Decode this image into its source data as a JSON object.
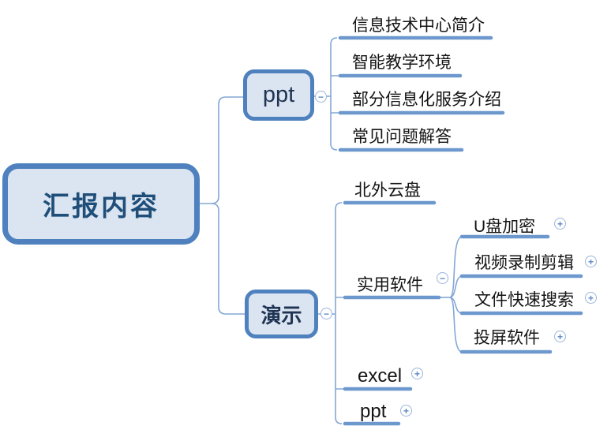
{
  "colors": {
    "node_border": "#4e81bd",
    "node_fill": "#dbe5f1",
    "root_text": "#1f4e79",
    "underline": "#6c98ce",
    "thin_line": "#84a7d4",
    "toggle_ring": "#9ab5dc",
    "leaf_text": "#141414"
  },
  "mindmap": {
    "root": {
      "label": "汇报内容"
    },
    "branch_ppt": {
      "label": "ppt",
      "toggle": "−"
    },
    "branch_yanshi": {
      "label": "演示",
      "toggle": "−"
    },
    "ppt_children": [
      {
        "label": "信息技术中心简介"
      },
      {
        "label": "智能教学环境"
      },
      {
        "label": "部分信息化服务介绍"
      },
      {
        "label": "常见问题解答"
      }
    ],
    "yanshi_children": [
      {
        "label": "北外云盘"
      },
      {
        "label": "实用软件",
        "toggle": "−"
      },
      {
        "label": "excel",
        "toggle": "+"
      },
      {
        "label": "ppt",
        "toggle": "+"
      }
    ],
    "software_children": [
      {
        "label": "U盘加密",
        "toggle": "+"
      },
      {
        "label": "视频录制剪辑",
        "toggle": "+"
      },
      {
        "label": "文件快速搜索",
        "toggle": "+"
      },
      {
        "label": "投屏软件",
        "toggle": "+"
      }
    ]
  }
}
